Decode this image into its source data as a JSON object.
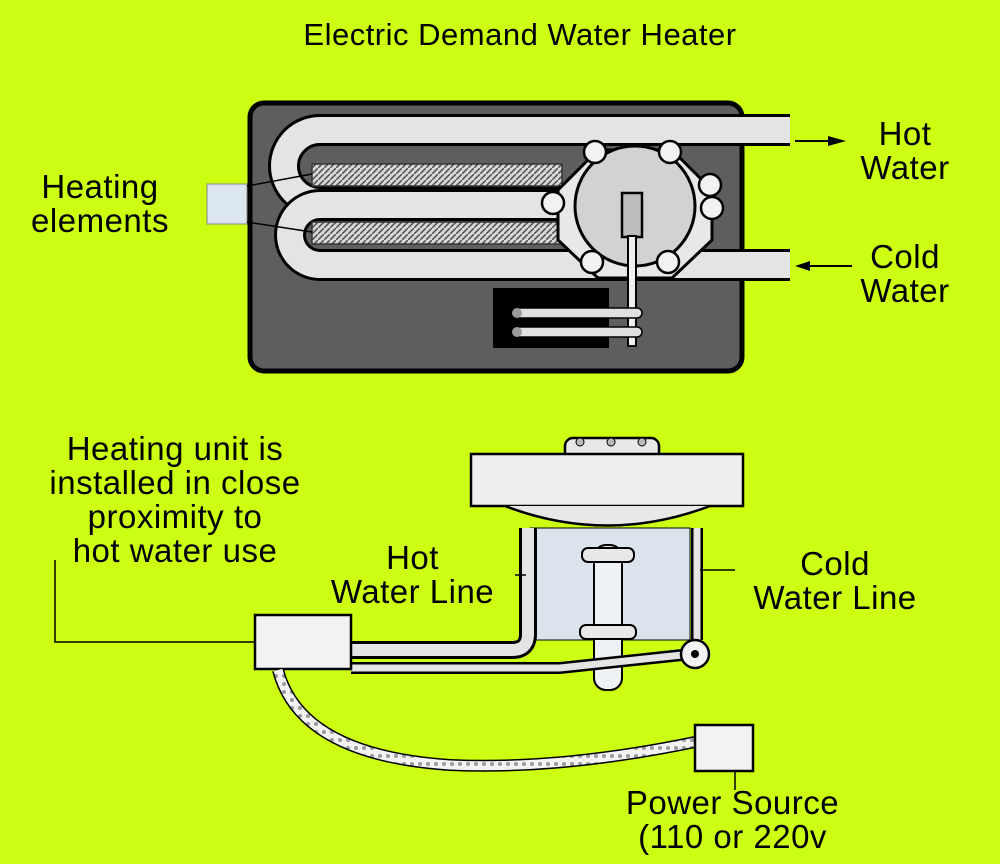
{
  "title": "Electric Demand Water Heater",
  "labels": {
    "heating_elements": [
      "Heating",
      "elements"
    ],
    "hot_water": [
      "Hot",
      "Water"
    ],
    "cold_water": [
      "Cold",
      "Water"
    ],
    "install_note": [
      "Heating unit is",
      "installed in close",
      "proximity to",
      "hot water use"
    ],
    "hot_water_line": [
      "Hot",
      "Water Line"
    ],
    "cold_water_line": [
      "Cold",
      "Water Line"
    ],
    "power_source": [
      "Power Source",
      "(110 or 220v"
    ]
  },
  "colors": {
    "background": "#ccff11",
    "housing": "#5e5e5e",
    "pipe": "#e4e4e4",
    "element_coil": "#7a7a7a"
  }
}
